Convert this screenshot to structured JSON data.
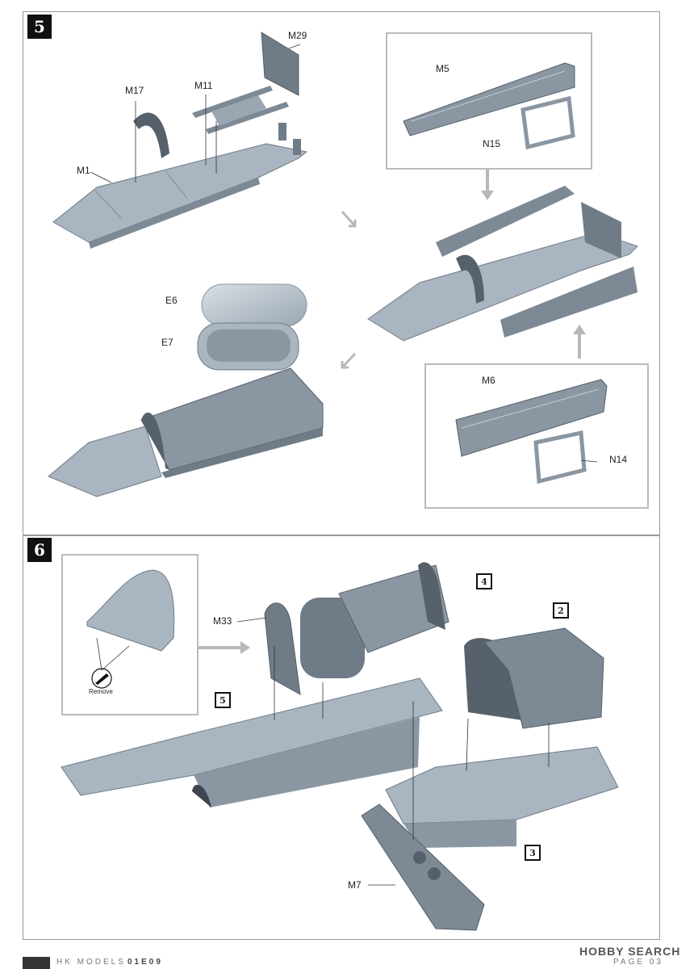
{
  "steps": [
    {
      "number": "5"
    },
    {
      "number": "6"
    }
  ],
  "parts": {
    "M1": "M1",
    "M17": "M17",
    "M11": "M11",
    "M29": "M29",
    "M5": "M5",
    "N15": "N15",
    "E6": "E6",
    "E7": "E7",
    "M6": "M6",
    "N14": "N14",
    "M33": "M33",
    "M7": "M7"
  },
  "refs": {
    "r5": "5",
    "r4": "4",
    "r2": "2",
    "r3": "3"
  },
  "remove_label": "Remove",
  "footer": {
    "brand": "HK MODELS",
    "code": "01E09",
    "watermark": "HOBBY SEARCH",
    "page": "PAGE 03"
  },
  "colors": {
    "part_fill": "#a6b2be",
    "part_shadow": "#6f7c88",
    "part_dark": "#55606b",
    "arrow": "#b8b8b8"
  }
}
